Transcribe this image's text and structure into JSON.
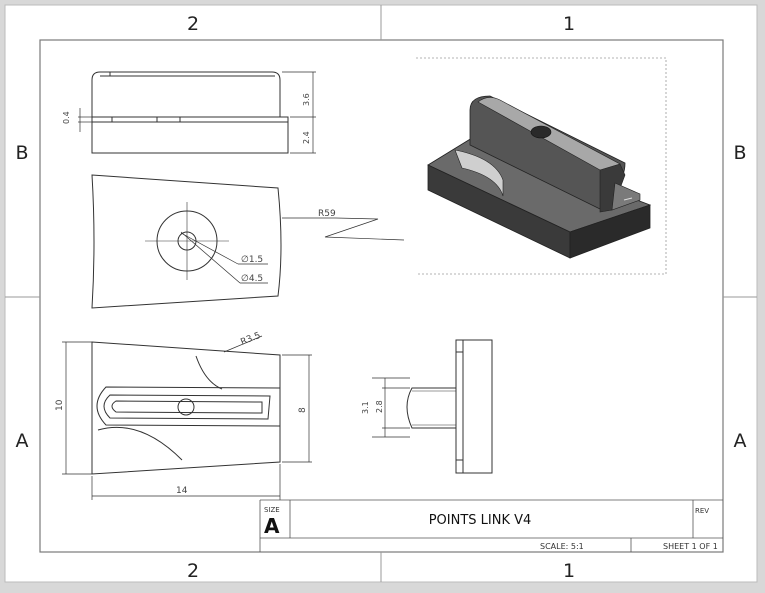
{
  "zones": {
    "top_left": "2",
    "top_right": "1",
    "bottom_left": "2",
    "bottom_right": "1",
    "left_upper": "B",
    "left_lower": "A",
    "right_upper": "B",
    "right_lower": "A"
  },
  "dimensions": {
    "d_04": "0.4",
    "d_36": "3.6",
    "d_24": "2.4",
    "r59": "R59",
    "dia15": "∅1.5",
    "dia45": "∅4.5",
    "r35": "R3.5",
    "d_10": "10",
    "d_8": "8",
    "d_14": "14",
    "d_31": "3.1",
    "d_28": "2.8"
  },
  "title_block": {
    "size_label": "SIZE",
    "size_value": "A",
    "title": "POINTS LINK V4",
    "rev_label": "REV",
    "scale": "SCALE: 5:1",
    "sheet": "SHEET 1 OF 1"
  }
}
